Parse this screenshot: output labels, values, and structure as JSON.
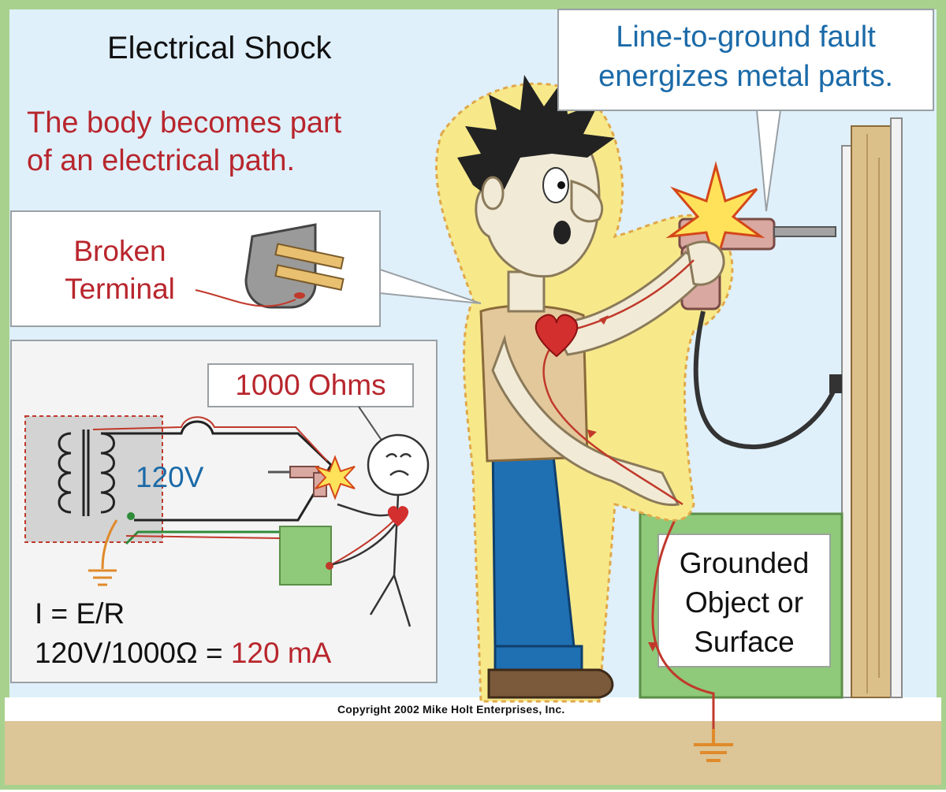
{
  "title": "Electrical Shock",
  "subtitle_line1": "The body becomes part",
  "subtitle_line2": "of an electrical path.",
  "fault_callout_line1": "Line-to-ground fault",
  "fault_callout_line2": "energizes metal parts.",
  "broken_terminal_line1": "Broken",
  "broken_terminal_line2": "Terminal",
  "resistance_label": "1000 Ohms",
  "voltage_label": "120V",
  "formula_line1": "I = E/R",
  "formula_line2_prefix": "120V/1000Ω = ",
  "formula_line2_result": "120 mA",
  "grounded_line1": "Grounded",
  "grounded_line2": "Object or",
  "grounded_line3": "Surface",
  "copyright": "Copyright 2002  Mike Holt Enterprises, Inc.",
  "colors": {
    "border_green": "#a9d18e",
    "sky": "#dff0fb",
    "floor": "#dcc597",
    "accent_red": "#b8262d",
    "accent_blue": "#1b6aa8",
    "ground_green": "#8fc97a",
    "jeans": "#1f6fb3",
    "shirt": "#e3c89c",
    "glow": "#f7e98a"
  },
  "icons": [
    "plug-icon",
    "drill-icon",
    "heart-icon",
    "spark-icon",
    "ground-symbol-icon",
    "transformer-icon",
    "stick-figure-icon"
  ]
}
